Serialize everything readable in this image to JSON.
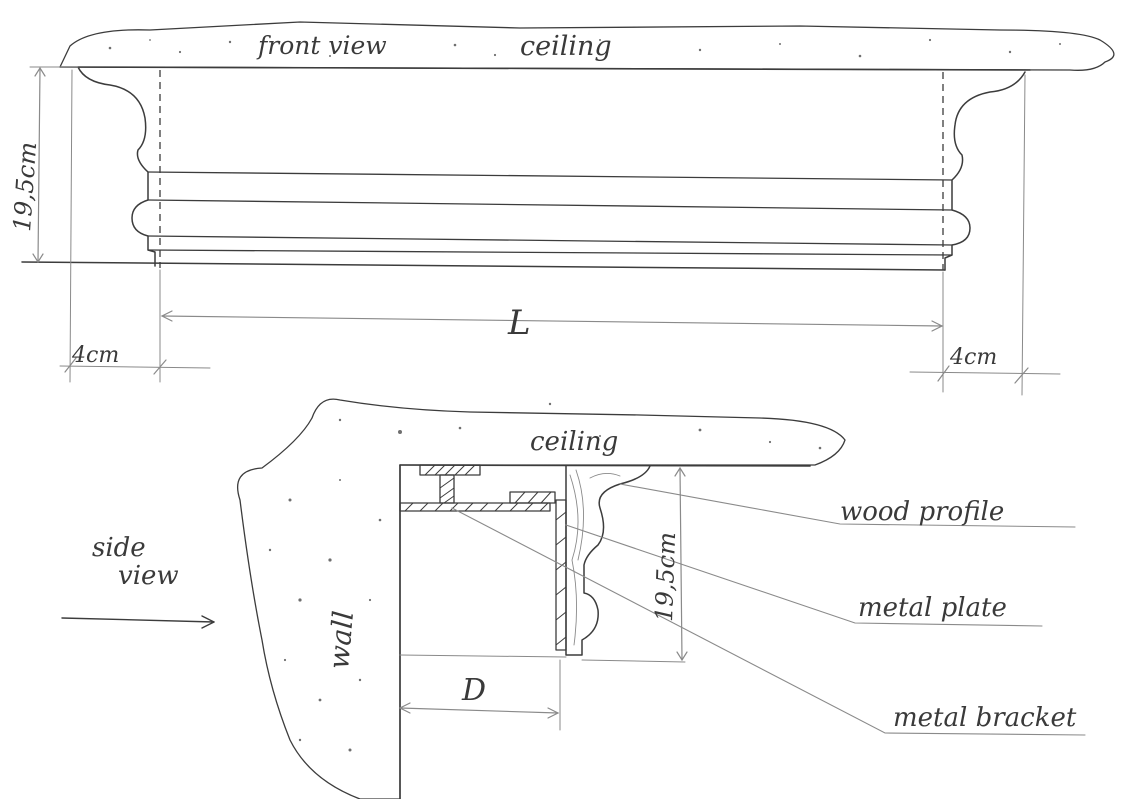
{
  "front_view": {
    "title": "front view",
    "ceiling_label": "ceiling",
    "height_label": "19,5cm",
    "length_label": "L",
    "left_offset_label": "4cm",
    "right_offset_label": "4cm"
  },
  "side_view": {
    "title_line1": "side",
    "title_line2": "view",
    "ceiling_label": "ceiling",
    "wall_label": "wall",
    "depth_label": "D",
    "height_label": "19,5cm",
    "callouts": [
      "wood profile",
      "metal plate",
      "metal bracket"
    ]
  }
}
